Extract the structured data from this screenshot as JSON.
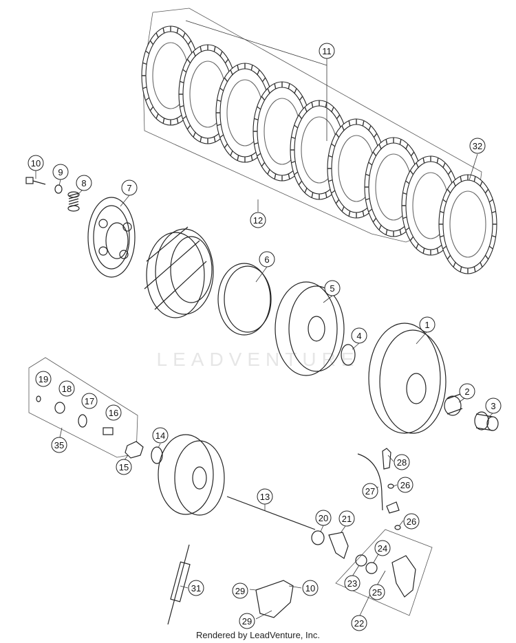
{
  "callouts": [
    {
      "id": "c1",
      "label": "1"
    },
    {
      "id": "c2",
      "label": "2"
    },
    {
      "id": "c3",
      "label": "3"
    },
    {
      "id": "c4",
      "label": "4"
    },
    {
      "id": "c5",
      "label": "5"
    },
    {
      "id": "c6",
      "label": "6"
    },
    {
      "id": "c7",
      "label": "7"
    },
    {
      "id": "c8",
      "label": "8"
    },
    {
      "id": "c9",
      "label": "9"
    },
    {
      "id": "c10a",
      "label": "10"
    },
    {
      "id": "c11",
      "label": "11"
    },
    {
      "id": "c12",
      "label": "12"
    },
    {
      "id": "c13",
      "label": "13"
    },
    {
      "id": "c14",
      "label": "14"
    },
    {
      "id": "c15",
      "label": "15"
    },
    {
      "id": "c16",
      "label": "16"
    },
    {
      "id": "c17",
      "label": "17"
    },
    {
      "id": "c18",
      "label": "18"
    },
    {
      "id": "c19",
      "label": "19"
    },
    {
      "id": "c20",
      "label": "20"
    },
    {
      "id": "c21",
      "label": "21"
    },
    {
      "id": "c22",
      "label": "22"
    },
    {
      "id": "c23",
      "label": "23"
    },
    {
      "id": "c24",
      "label": "24"
    },
    {
      "id": "c25",
      "label": "25"
    },
    {
      "id": "c26a",
      "label": "26"
    },
    {
      "id": "c26b",
      "label": "26"
    },
    {
      "id": "c27",
      "label": "27"
    },
    {
      "id": "c28",
      "label": "28"
    },
    {
      "id": "c29a",
      "label": "29"
    },
    {
      "id": "c29b",
      "label": "29"
    },
    {
      "id": "c10b",
      "label": "10"
    },
    {
      "id": "c31",
      "label": "31"
    },
    {
      "id": "c32",
      "label": "32"
    },
    {
      "id": "c35",
      "label": "35"
    }
  ],
  "watermark": "LEADVENTURE",
  "footer": "Rendered by LeadVenture, Inc."
}
